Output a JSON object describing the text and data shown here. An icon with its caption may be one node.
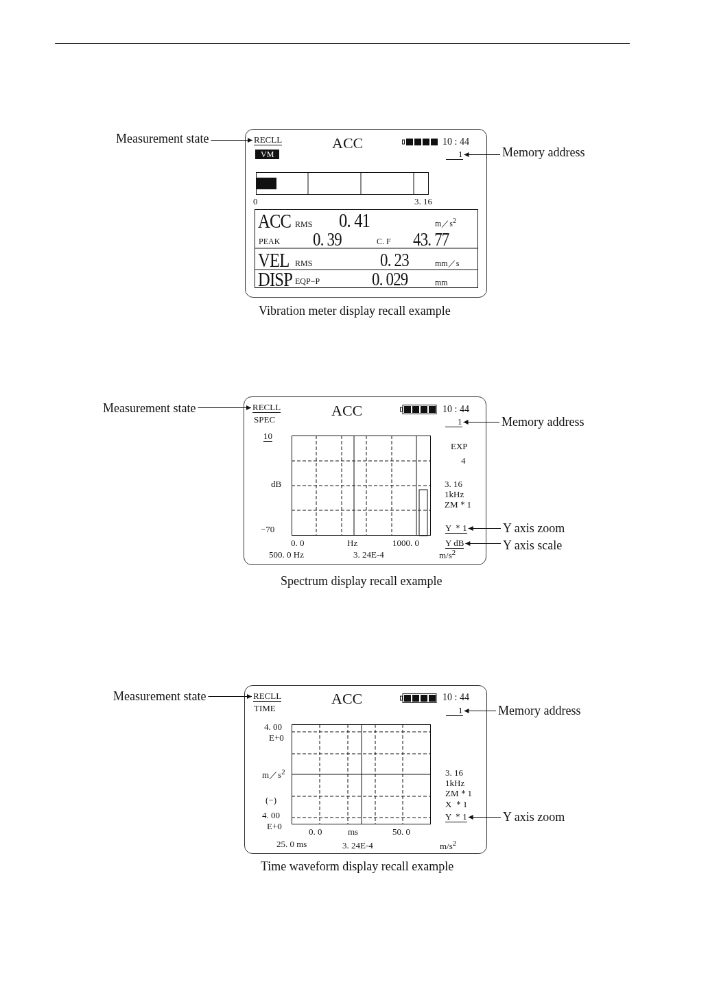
{
  "diagram": {
    "nodes": [
      {
        "text": [
          "Measurement state"
        ]
      },
      {
        "text": [
          "RECLL"
        ]
      },
      {
        "text": [
          "Memory address"
        ]
      },
      {
        "text": [
          "1"
        ]
      },
      {
        "text": [
          "Measurement state"
        ]
      },
      {
        "text": [
          "RECLL"
        ]
      },
      {
        "text": [
          "Memory address"
        ]
      },
      {
        "text": [
          "1"
        ]
      },
      {
        "text": [
          "Y axis zoom"
        ]
      },
      {
        "text": [
          "Y ＊1"
        ]
      },
      {
        "text": [
          "Y axis scale"
        ]
      },
      {
        "text": [
          "Y dB"
        ]
      },
      {
        "text": [
          "Measurement state"
        ]
      },
      {
        "text": [
          "RECLL"
        ]
      },
      {
        "text": [
          "Memory address"
        ]
      },
      {
        "text": [
          "1"
        ]
      },
      {
        "text": [
          "Y axis zoom"
        ]
      },
      {
        "text": [
          "Y ＊1"
        ]
      }
    ],
    "edges": [
      {
        "from": 0,
        "to": 1,
        "arrow": "to"
      },
      {
        "from": 2,
        "to": 3,
        "arrow": "to"
      },
      {
        "from": 4,
        "to": 5,
        "arrow": "to"
      },
      {
        "from": 6,
        "to": 7,
        "arrow": "to"
      },
      {
        "from": 8,
        "to": 9,
        "arrow": "to"
      },
      {
        "from": 10,
        "to": 11,
        "arrow": "to"
      },
      {
        "from": 12,
        "to": 13,
        "arrow": "to"
      },
      {
        "from": 14,
        "to": 15,
        "arrow": "to"
      },
      {
        "from": 16,
        "to": 17,
        "arrow": "to"
      }
    ],
    "labels": [
      "ACC",
      "10 : 44",
      "VM",
      "0",
      "3. 16",
      "ACC",
      "RMS",
      "0. 41",
      "m／s$^{2}$",
      "PEAK",
      "0. 39",
      "C. F",
      "43. 77",
      "VEL",
      "RMS",
      "0. 23",
      "mm／s",
      "DISP",
      "EQP−P",
      "0. 029",
      "mm",
      "Vibration meter display recall example",
      "ACC",
      "SPEC",
      "10 : 44",
      "10",
      "EXP",
      "4",
      "dB",
      "3. 16",
      "1kHz",
      "ZM＊1",
      "−70",
      "0. 0",
      "Hz",
      "1000. 0",
      "500. 0 Hz",
      "3. 24E-4",
      "m/s$^{2}$",
      "Spectrum display recall example",
      "ACC",
      "TIME",
      "10 : 44",
      "4. 00",
      "E+0",
      "m／s$^{2}$",
      "3. 16",
      "1kHz",
      "ZM＊1",
      "(−)",
      "X ＊1",
      "4. 00",
      "E+0",
      "0. 0",
      "ms",
      "50. 0",
      "25. 0 ms",
      "3. 24E-4",
      "m/s$^{2}$",
      "Time waveform display recall example"
    ]
  }
}
